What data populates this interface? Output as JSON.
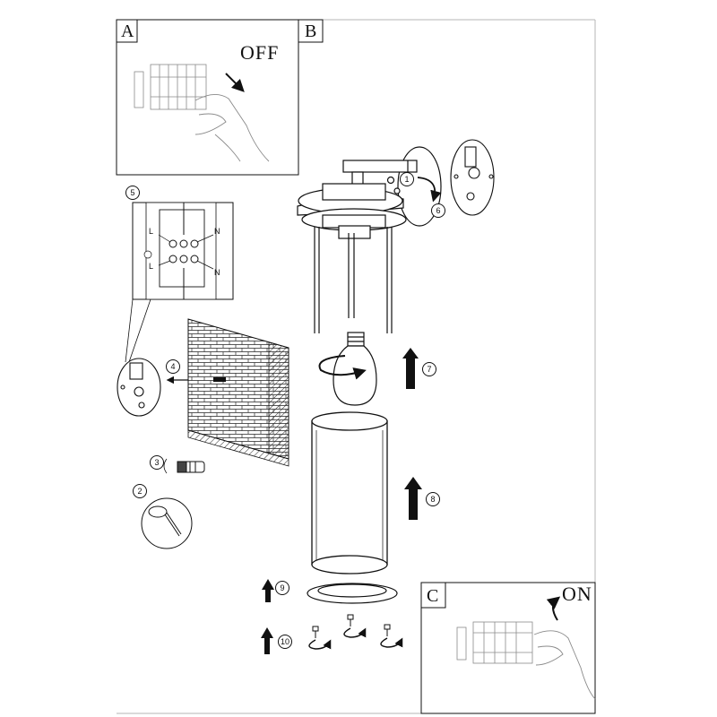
{
  "panels": {
    "a": {
      "letter": "A",
      "action": "OFF"
    },
    "b": {
      "letter": "B"
    },
    "c": {
      "letter": "C",
      "action": "ON"
    }
  },
  "wiring": {
    "left_top": "L",
    "left_bottom": "L",
    "right_top": "N",
    "right_bottom": "N"
  },
  "steps": [
    "1",
    "2",
    "3",
    "4",
    "5",
    "6",
    "7",
    "8",
    "9",
    "10"
  ],
  "colors": {
    "line": "#111111",
    "background": "#ffffff",
    "sketch": "#8a8a8a"
  }
}
